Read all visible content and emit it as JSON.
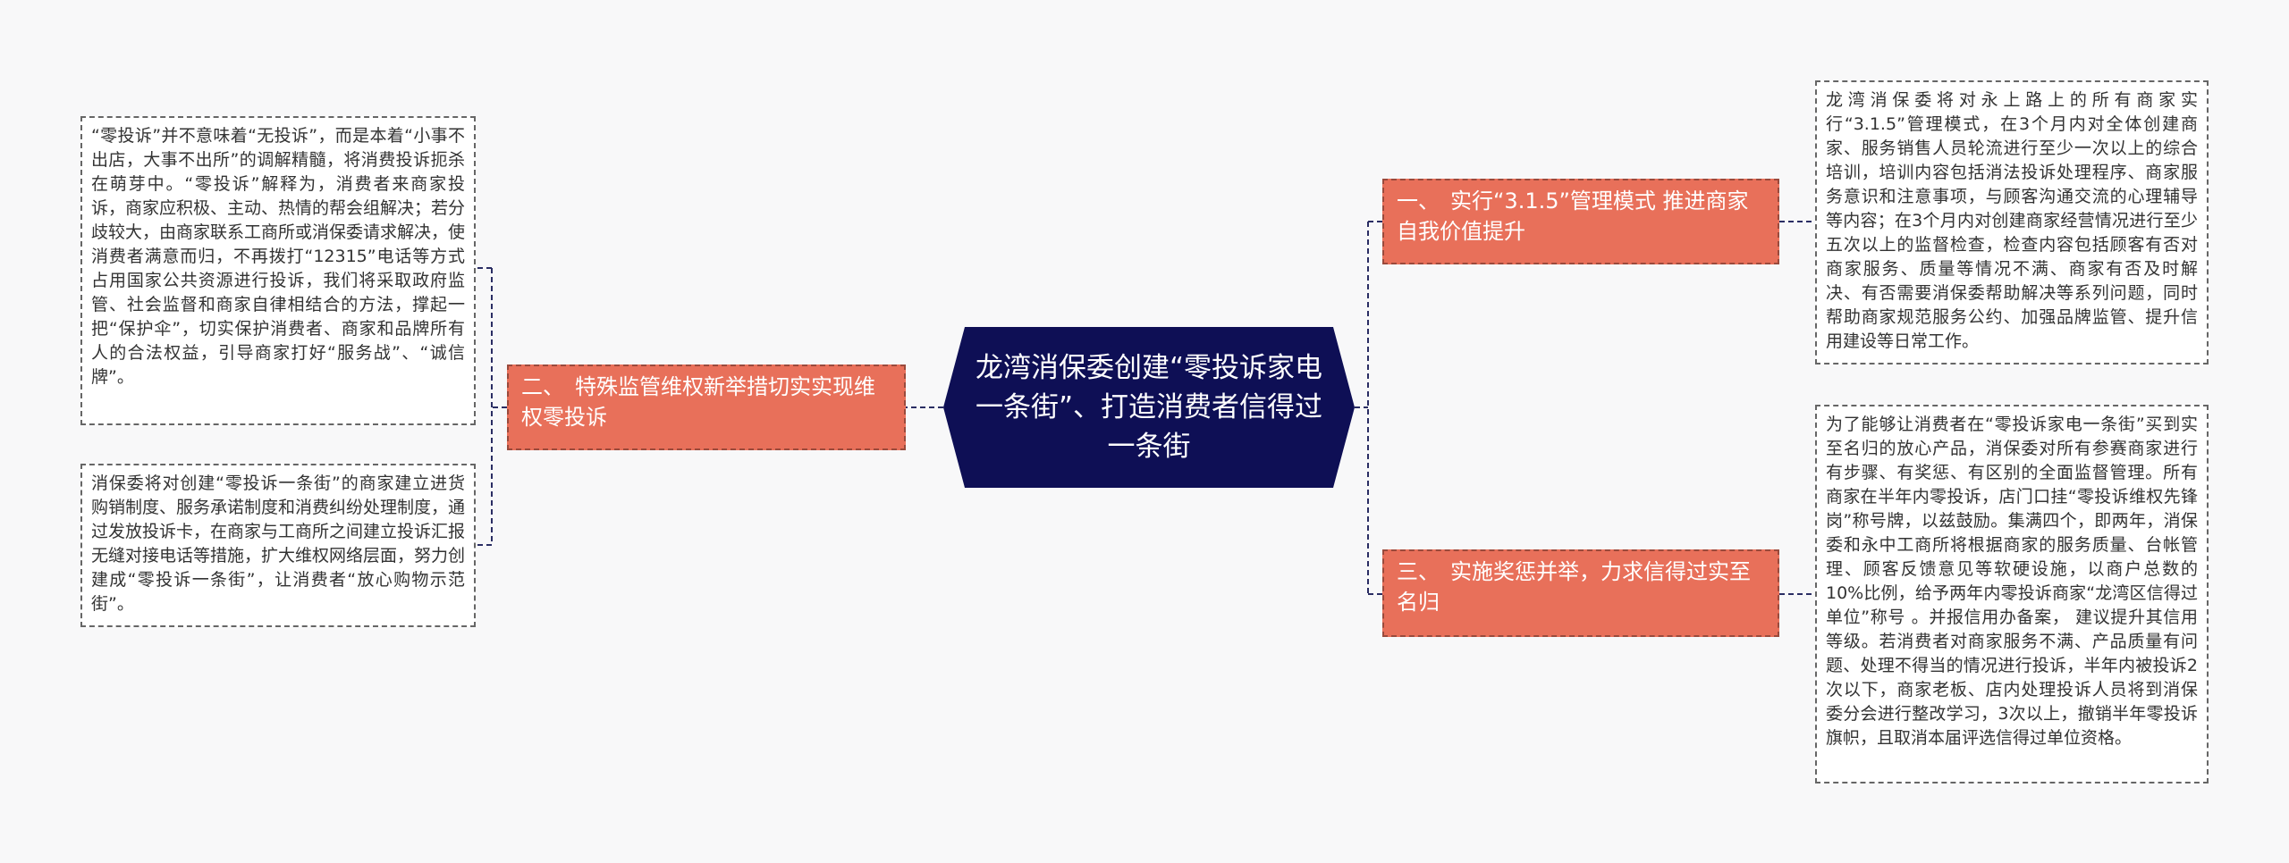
{
  "colors": {
    "background": "#f8f8f9",
    "center_fill": "#0e0f55",
    "branch_fill": "#e8705a",
    "connector": "#2a2d63"
  },
  "center": {
    "title": "龙湾消保委创建“零投诉家电一条街”、打造消费者信得过一条街"
  },
  "branches": {
    "b1": "一、　实行“3.1.5”管理模式 推进商家自我价值提升",
    "b2": "二、　特殊监管维权新举措切实实现维权零投诉",
    "b3": "三、　实施奖惩并举，力求信得过实至名归"
  },
  "leaves": {
    "r1": "龙湾消保委将对永上路上的所有商家实行“3.1.5”管理模式，在3个月内对全体创建商家、服务销售人员轮流进行至少一次以上的综合培训，培训内容包括消法投诉处理程序、商家服务意识和注意事项，与顾客沟通交流的心理辅导等内容；在3个月内对创建商家经营情况进行至少五次以上的监督检查，检查内容包括顾客有否对商家服务、质量等情况不满、商家有否及时解决、有否需要消保委帮助解决等系列问题，同时帮助商家规范服务公约、加强品牌监管、提升信用建设等日常工作。",
    "r2": "为了能够让消费者在“零投诉家电一条街”买到实至名归的放心产品，消保委对所有参赛商家进行有步骤、有奖惩、有区别的全面监督管理。所有商家在半年内零投诉，店门口挂“零投诉维权先锋岗”称号牌，以兹鼓励。集满四个，即两年，消保委和永中工商所将根据商家的服务质量、台帐管理、顾客反馈意见等软硬设施，以商户总数的10%比例，给予两年内零投诉商家“龙湾区信得过单位”称号 。并报信用办备案，  建议提升其信用等级。若消费者对商家服务不满、产品质量有问题、处理不得当的情况进行投诉，半年内被投诉2次以下，商家老板、店内处理投诉人员将到消保委分会进行整改学习，3次以上，撤销半年零投诉旗帜，且取消本届评选信得过单位资格。",
    "l1": "“零投诉”并不意味着“无投诉”，而是本着“小事不出店，大事不出所”的调解精髓，将消费投诉扼杀在萌芽中。“零投诉”解释为，消费者来商家投诉，商家应积极、主动、热情的帮会组解决；若分歧较大，由商家联系工商所或消保委请求解决，使消费者满意而归，不再拨打“12315”电话等方式占用国家公共资源进行投诉，我们将采取政府监管、社会监督和商家自律相结合的方法，撑起一把“保护伞”，切实保护消费者、商家和品牌所有人的合法权益，引导商家打好“服务战”、“诚信牌”。",
    "l2": "消保委将对创建“零投诉一条街”的商家建立进货购销制度、服务承诺制度和消费纠纷处理制度，通过发放投诉卡，在商家与工商所之间建立投诉汇报无缝对接电话等措施，扩大维权网络层面，努力创建成“零投诉一条街”，让消费者“放心购物示范街”。"
  }
}
